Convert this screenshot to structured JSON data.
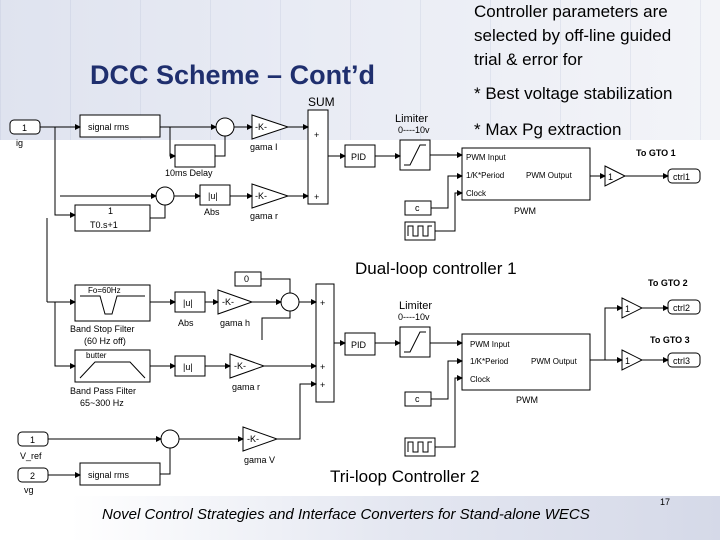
{
  "title": "DCC Scheme – Cont’d",
  "note_lines": [
    "Controller parameters are",
    "selected by off-line guided",
    "trial & error for"
  ],
  "bullets": [
    "* Best voltage stabilization",
    "* Max Pg extraction"
  ],
  "captions": {
    "dual": "Dual-loop controller 1",
    "tri": "Tri-loop Controller 2"
  },
  "footer": "Novel Control Strategies and Interface Converters for Stand-alone WECS",
  "page_number": "17",
  "blocks": {
    "in_ig_num": "1",
    "in_ig_label": "ig",
    "rms1": "signal   rms",
    "sum_label": "SUM",
    "delay_label": "10ms Delay",
    "abs1": "|u|",
    "abs1_label": "Abs",
    "gain_sym": "-K-",
    "gama_i": "gama I",
    "gama_r1": "gama r",
    "tf_num": "1",
    "tf_den": "T0.s+1",
    "pid": "PID",
    "limiter_title": "Limiter",
    "limiter_range": "0----10v",
    "pwm_in1": "PWM Input",
    "pwm_k": "1/K*Period",
    "pwm_out": "PWM Output",
    "pwm_clk": "Clock",
    "pwm_label": "PWM",
    "const_c": "c",
    "gain1": "1",
    "gto1": "To GTO 1",
    "ctrl1": "ctrl1",
    "const0": "0",
    "bsf_text": "Fo=60Hz",
    "bsf_label1": "Band Stop Filter",
    "bsf_label2": "(60 Hz off)",
    "abs2": "|u|",
    "abs2_label": "Abs",
    "gama_h": "gama h",
    "butter": "butter",
    "bpf_label1": "Band Pass Filter",
    "bpf_label2": "65~300 Hz",
    "abs3": "|u|",
    "gama_r2": "gama r",
    "gto2": "To GTO 2",
    "ctrl2": "ctrl2",
    "gto3": "To GTO 3",
    "ctrl3": "ctrl3",
    "vref_num": "1",
    "vref_label": "V_ref",
    "vg_num": "2",
    "vg_label": "vg",
    "rms2": "signal   rms",
    "gama_v": "gama V"
  }
}
